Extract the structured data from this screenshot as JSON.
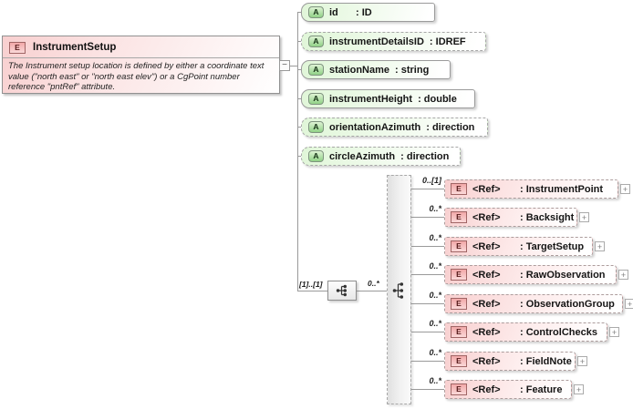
{
  "icons": {
    "collapse": "−",
    "expand": "+"
  },
  "root": {
    "badge": "E",
    "title": "InstrumentSetup",
    "annotation": "The Instrument setup location is defined by either a coordinate text value (\"north east\" or \"north east elev\") or a CgPoint number reference \"pntRef\" attribute."
  },
  "attributes": [
    {
      "badge": "A",
      "name": "id",
      "type_label": ": ID",
      "required": true
    },
    {
      "badge": "A",
      "name": "instrumentDetailsID",
      "type_label": ": IDREF",
      "required": false
    },
    {
      "badge": "A",
      "name": "stationName",
      "type_label": ": string",
      "required": true
    },
    {
      "badge": "A",
      "name": "instrumentHeight",
      "type_label": ": double",
      "required": true
    },
    {
      "badge": "A",
      "name": "orientationAzimuth",
      "type_label": ": direction",
      "required": false
    },
    {
      "badge": "A",
      "name": "circleAzimuth",
      "type_label": ": direction",
      "required": false
    }
  ],
  "sequence": {
    "outer_cardinality": "[1]..[1]",
    "inner_cardinality": "0..*"
  },
  "elements": [
    {
      "badge": "E",
      "name_label": "<Ref>",
      "type_label": ": InstrumentPoint",
      "cardinality": "0..[1]"
    },
    {
      "badge": "E",
      "name_label": "<Ref>",
      "type_label": ": Backsight",
      "cardinality": "0..*"
    },
    {
      "badge": "E",
      "name_label": "<Ref>",
      "type_label": ": TargetSetup",
      "cardinality": "0..*"
    },
    {
      "badge": "E",
      "name_label": "<Ref>",
      "type_label": ": RawObservation",
      "cardinality": "0..*"
    },
    {
      "badge": "E",
      "name_label": "<Ref>",
      "type_label": ": ObservationGroup",
      "cardinality": "0..*"
    },
    {
      "badge": "E",
      "name_label": "<Ref>",
      "type_label": ": ControlChecks",
      "cardinality": "0..*"
    },
    {
      "badge": "E",
      "name_label": "<Ref>",
      "type_label": ": FieldNote",
      "cardinality": "0..*"
    },
    {
      "badge": "E",
      "name_label": "<Ref>",
      "type_label": ": Feature",
      "cardinality": "0..*"
    }
  ],
  "colors": {
    "element_pink": "#f8d0d0",
    "attribute_green": "#e0f6d8",
    "element_badge_border": "#a06565",
    "attribute_badge_green": "#90d186",
    "connector_gray": "#9a9a9a"
  }
}
